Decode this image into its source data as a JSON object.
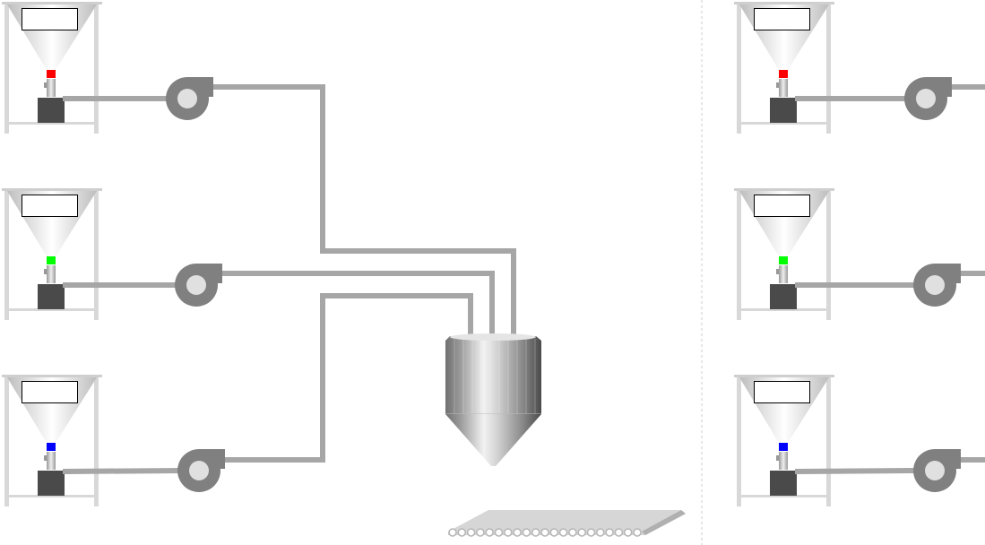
{
  "hoppers": [
    {
      "id": "left-1",
      "indicator_color": "#ff0000",
      "display_value": ""
    },
    {
      "id": "left-2",
      "indicator_color": "#00ff00",
      "display_value": ""
    },
    {
      "id": "left-3",
      "indicator_color": "#0000ff",
      "display_value": ""
    },
    {
      "id": "right-1",
      "indicator_color": "#ff0000",
      "display_value": ""
    },
    {
      "id": "right-2",
      "indicator_color": "#00ff00",
      "display_value": ""
    },
    {
      "id": "right-3",
      "indicator_color": "#0000ff",
      "display_value": ""
    }
  ],
  "colors": {
    "pipe": "#a6a6a6",
    "blower": "#808080",
    "motor": "#4a4a4a",
    "frame": "#d8d8d8"
  }
}
